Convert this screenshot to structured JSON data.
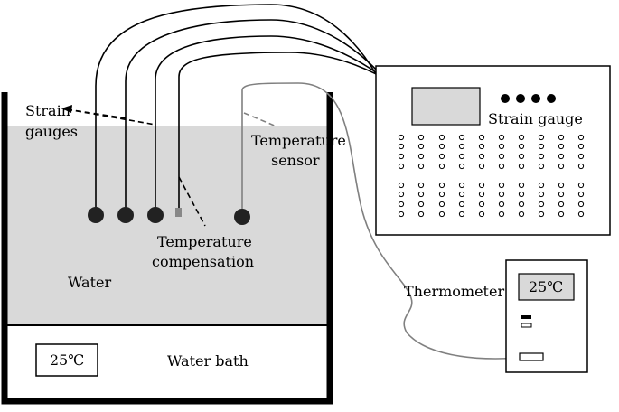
{
  "labels": {
    "strain_gauges_line1": "Strain",
    "strain_gauges_line2": "gauges",
    "temperature_sensor_line1": "Temperature",
    "temperature_sensor_line2": "sensor",
    "temperature_compensation_line1": "Temperature",
    "temperature_compensation_line2": "compensation",
    "water": "Water",
    "water_bath": "Water bath",
    "bath_temperature": "25℃",
    "strain_gauge_device": "Strain gauge",
    "thermometer": "Thermometer",
    "thermometer_display": "25℃"
  },
  "colors": {
    "water": "#d9d9d9",
    "wire": "#000000",
    "sensor_wire": "#808080",
    "device_screen": "#d9d9d9"
  }
}
